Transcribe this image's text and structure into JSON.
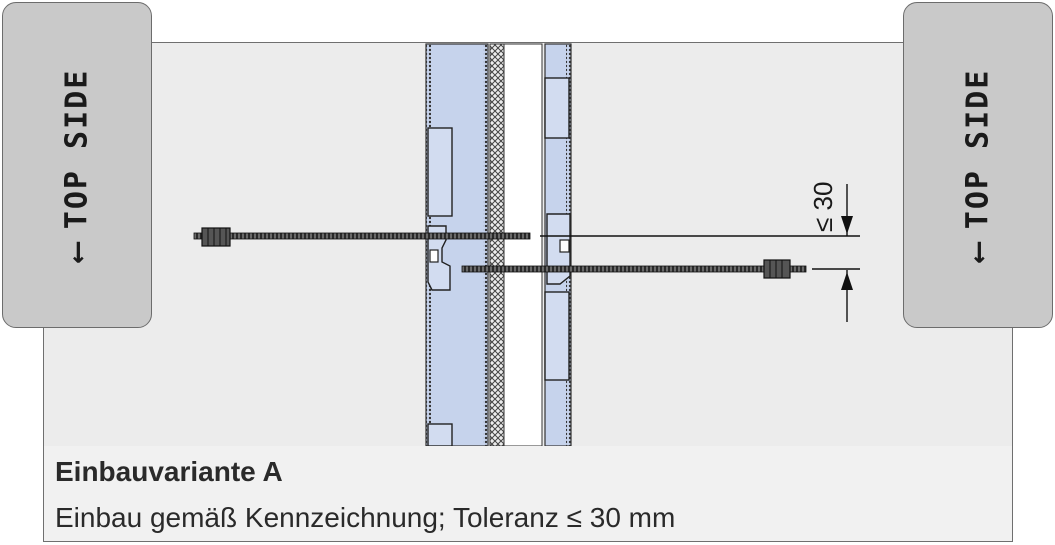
{
  "tags": {
    "left": {
      "label": "TOP SIDE",
      "arrow": "⟵"
    },
    "right": {
      "label": "TOP SIDE",
      "arrow": "⟵"
    }
  },
  "dimension": {
    "label": "≤ 30"
  },
  "caption": {
    "title": "Einbauvariante A",
    "text": "Einbau gemäß Kennzeichnung; Toleranz ≤ 30 mm"
  },
  "colors": {
    "panel_blue": "#c6d3ec",
    "frame_bg": "#ececec",
    "tag_bg": "#c9c9c9",
    "line": "#1a1a1a"
  }
}
